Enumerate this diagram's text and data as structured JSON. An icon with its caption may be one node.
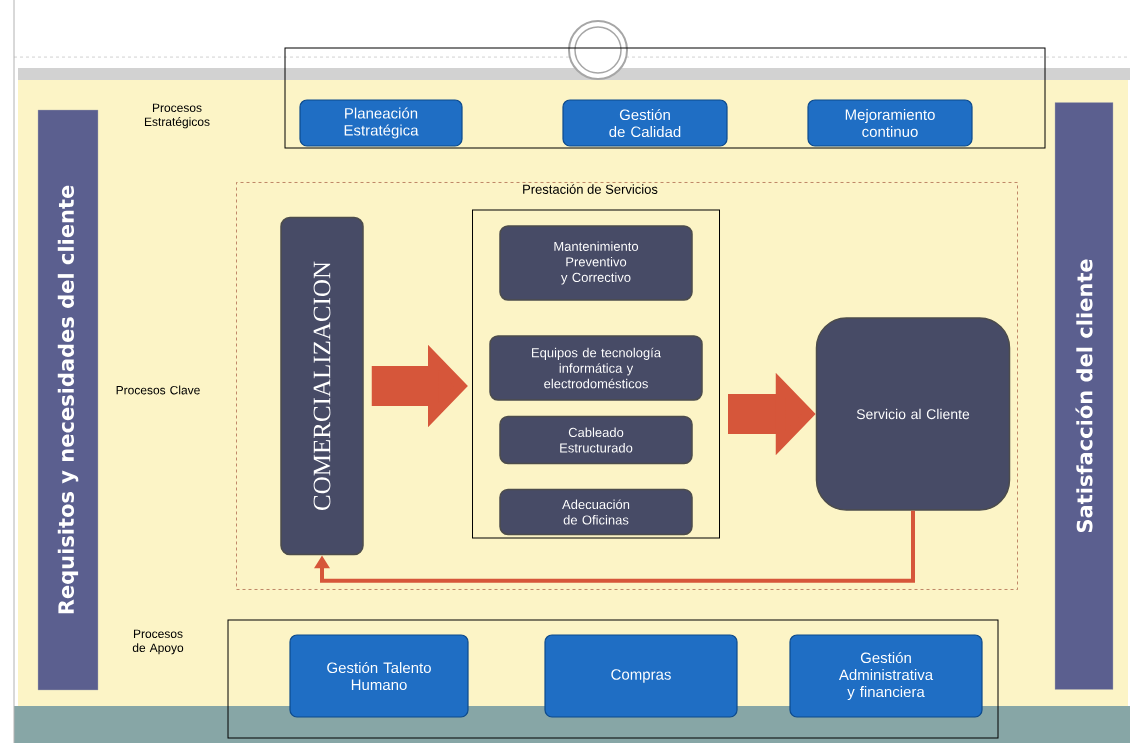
{
  "diagram": {
    "nodes": [
      {
        "text": [
          "Requisitos y necesidades del cliente"
        ]
      },
      {
        "text": [
          "Satisfacción del cliente"
        ]
      },
      {
        "text": [],
        "shape": "box"
      },
      {
        "text": [
          "Planeación Estratégica"
        ],
        "in": 2
      },
      {
        "text": [
          "Gestión de Calidad"
        ],
        "in": 2
      },
      {
        "text": [
          "Mejoramiento continuo"
        ],
        "in": 2
      },
      {
        "text": [
          "Prestación de Servicios"
        ]
      },
      {
        "text": [
          "COMERCIALIZACION"
        ],
        "in": 6
      },
      {
        "text": [],
        "shape": "box",
        "in": 6
      },
      {
        "text": [
          "Mantenimiento Preventivo y Correctivo"
        ],
        "in": 8
      },
      {
        "text": [
          "Equipos de tecnología informática y electrodomésticos"
        ],
        "in": 8
      },
      {
        "text": [
          "Cableado Estructurado"
        ],
        "in": 8
      },
      {
        "text": [
          "Adecuación de Oficinas"
        ],
        "in": 8
      },
      {
        "text": [
          "Servicio al Cliente"
        ],
        "in": 6
      },
      {
        "text": [],
        "shape": "box"
      },
      {
        "text": [
          "Gestión Talento Humano"
        ],
        "in": 14
      },
      {
        "text": [
          "Compras"
        ],
        "in": 14
      },
      {
        "text": [
          "Gestión Administrativa y financiera"
        ],
        "in": 14
      }
    ],
    "edges": [
      {
        "from": 7,
        "to": 8,
        "arrow": "to"
      },
      {
        "from": 8,
        "to": 13,
        "arrow": "to"
      },
      {
        "from": 13,
        "to": 7,
        "arrow": "to"
      }
    ],
    "labels": [
      "Procesos Estratégicos",
      "Procesos Clave",
      "Procesos de Apoyo"
    ]
  }
}
